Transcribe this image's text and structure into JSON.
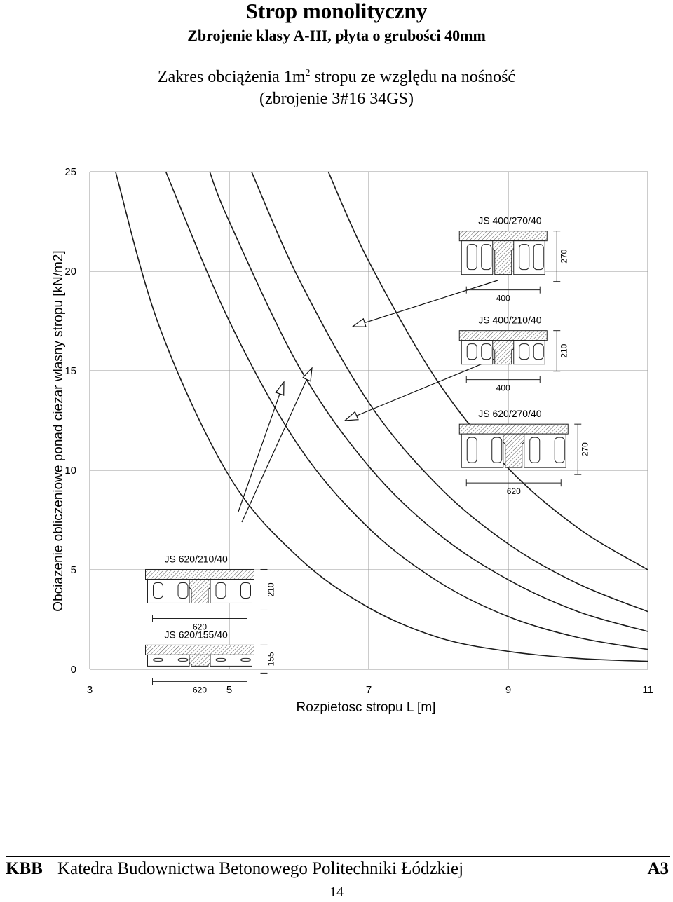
{
  "header": {
    "title": "Strop monolityczny",
    "subtitle": "Zbrojenie klasy A-III, płyta o grubości 40mm",
    "chart_title_line1_a": "Zakres obciążenia 1m",
    "chart_title_line1_sup": "2",
    "chart_title_line1_b": " stropu ze względu na nośność",
    "chart_title_line2": "(zbrojenie 3#16 34GS)"
  },
  "chart_data": {
    "type": "line",
    "title": "Zakres obciążenia 1m2 stropu ze względu na nośność (zbrojenie 3#16 34GS)",
    "xlabel": "Rozpietosc stropu L [m]",
    "ylabel": "Obciazenie obliczeniowe ponad ciezar wlasny stropu [kN/m2]",
    "xlim": [
      3,
      11
    ],
    "ylim": [
      0,
      25
    ],
    "x_ticks": [
      "3",
      "5",
      "7",
      "9",
      "11"
    ],
    "y_ticks": [
      "0",
      "5",
      "10",
      "15",
      "20",
      "25"
    ],
    "grid": true,
    "legend": "none",
    "series": [
      {
        "points": [
          [
            3.37,
            25
          ],
          [
            4,
            17.2
          ],
          [
            5,
            9.7
          ],
          [
            6,
            5.6
          ],
          [
            7,
            3.1
          ],
          [
            8,
            1.6
          ],
          [
            9,
            0.9
          ],
          [
            10,
            0.55
          ],
          [
            11,
            0.4
          ]
        ],
        "color": "#1a1a1a"
      },
      {
        "points": [
          [
            4.09,
            25
          ],
          [
            5,
            17.5
          ],
          [
            6,
            11.2
          ],
          [
            7,
            7.1
          ],
          [
            8,
            4.4
          ],
          [
            9,
            2.65
          ],
          [
            10,
            1.6
          ],
          [
            11,
            1.0
          ]
        ],
        "color": "#1a1a1a"
      },
      {
        "points": [
          [
            4.72,
            25
          ],
          [
            5,
            22.5
          ],
          [
            6,
            15.2
          ],
          [
            7,
            10.2
          ],
          [
            8,
            6.8
          ],
          [
            9,
            4.5
          ],
          [
            10,
            2.9
          ],
          [
            11,
            1.9
          ]
        ],
        "color": "#1a1a1a"
      },
      {
        "points": [
          [
            5.32,
            25
          ],
          [
            6,
            19.6
          ],
          [
            7,
            13.4
          ],
          [
            8,
            9.2
          ],
          [
            9,
            6.3
          ],
          [
            10,
            4.3
          ],
          [
            11,
            2.9
          ]
        ],
        "color": "#1a1a1a"
      },
      {
        "points": [
          [
            6.42,
            25
          ],
          [
            7,
            20.5
          ],
          [
            8,
            14.4
          ],
          [
            9,
            10.1
          ],
          [
            10,
            7.1
          ],
          [
            11,
            5.0
          ]
        ],
        "color": "#1a1a1a"
      }
    ],
    "annotations": [
      {
        "label": "JS 400/270/40",
        "width_label": "400",
        "height_label": "270",
        "section": "small",
        "anchor": [
          8.5,
          22.3
        ]
      },
      {
        "label": "JS 400/210/40",
        "width_label": "400",
        "height_label": "210",
        "section": "small",
        "anchor": [
          8.5,
          17.3
        ]
      },
      {
        "label": "JS 620/270/40",
        "width_label": "620",
        "height_label": "270",
        "section": "wide",
        "anchor": [
          8.5,
          12.6
        ]
      },
      {
        "label": "JS 620/210/40",
        "width_label": "620",
        "height_label": "210",
        "section": "wide",
        "anchor": [
          4.0,
          5.3
        ]
      },
      {
        "label": "JS 620/155/40",
        "width_label": "620",
        "height_label": "155",
        "section": "wide",
        "anchor": [
          4.0,
          1.5
        ]
      }
    ]
  },
  "footer": {
    "code": "KBB",
    "department": "Katedra Budownictwa Betonowego Politechniki Łódzkiej",
    "sheet": "A3",
    "page_number": "14"
  }
}
